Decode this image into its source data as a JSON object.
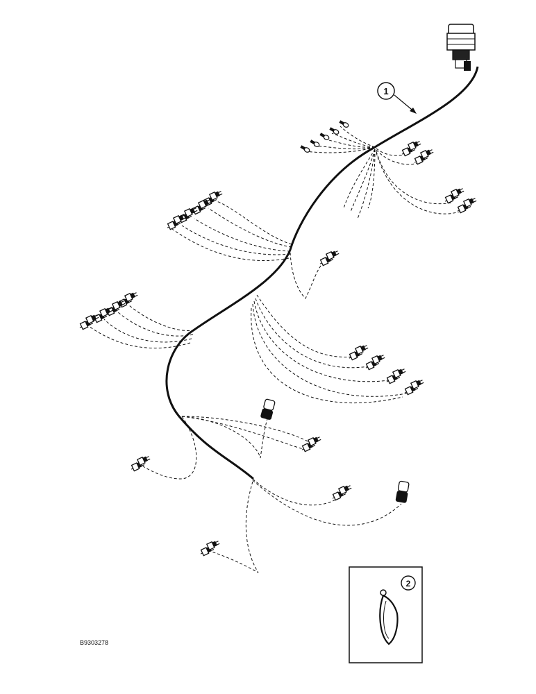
{
  "diagram": {
    "figure_code": "B9303278",
    "callouts": [
      {
        "id": "callout-1",
        "text": "1"
      },
      {
        "id": "callout-2",
        "text": "2"
      }
    ],
    "colors": {
      "ink": "#111111",
      "paper": "#ffffff"
    }
  }
}
